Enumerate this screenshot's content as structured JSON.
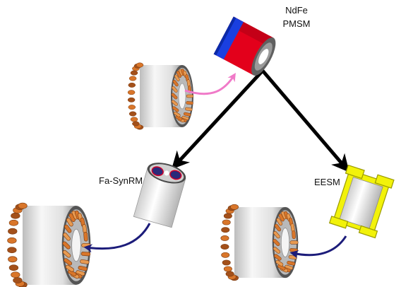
{
  "labels": {
    "top_line1": "NdFe",
    "top_line2": "PMSM",
    "left": "Fa-SynRM",
    "right": "EESM"
  },
  "colors": {
    "background": "#ffffff",
    "copper": "#d9762a",
    "copper_dark": "#a3501a",
    "stator_shell": "#e4e4e4",
    "arrow_black": "#000000",
    "arrow_pink": "#f07ac8",
    "arrow_navy": "#1c1c7a",
    "magnet_red": "#e3001b",
    "magnet_blue": "#1a3fe0",
    "eesm_yellow": "#f2f20a"
  },
  "icons": [
    "stator-winding-icon",
    "pmsm-rotor-icon",
    "synrm-rotor-icon",
    "eesm-rotor-icon"
  ]
}
